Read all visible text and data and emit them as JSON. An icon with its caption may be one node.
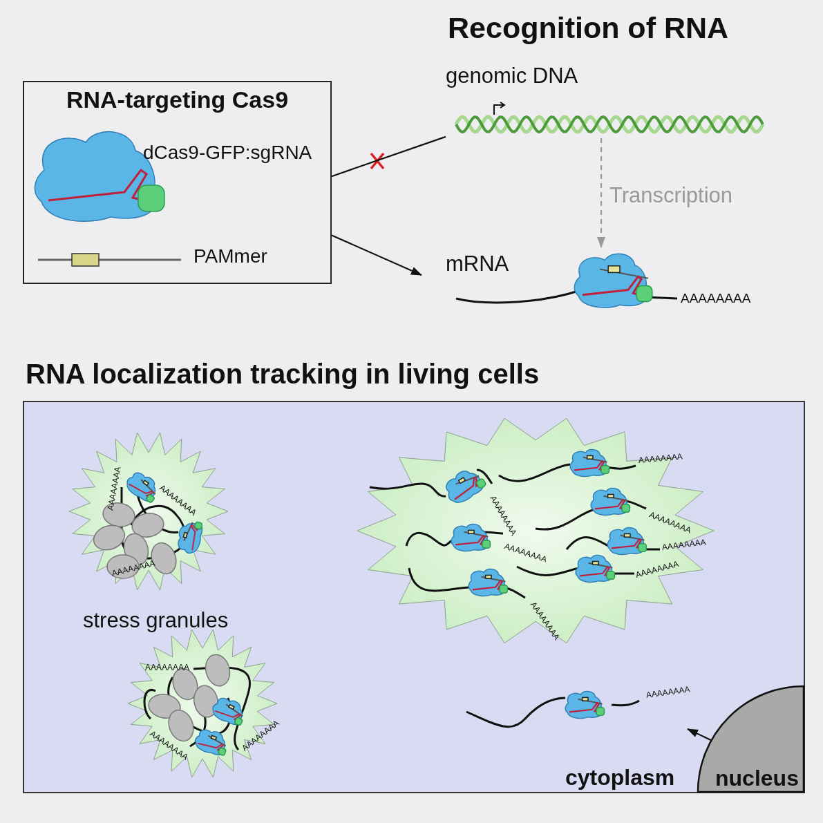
{
  "diagram": {
    "title": "Recognition of RNA",
    "nodes": [
      {
        "text": [
          "RNA-targeting Cas9",
          "dCas9-GFP:sgRNA",
          "PAMmer"
        ]
      },
      {
        "text": [
          "genomic DNA"
        ]
      },
      {
        "text": [
          "mRNA"
        ],
        "beside": [
          "AAAAAAAA"
        ]
      },
      {
        "text": [
          "RNA localization tracking in living cells"
        ]
      },
      {
        "text": [
          "nucleus"
        ],
        "in": 3
      }
    ],
    "edges": [
      {
        "from": 0,
        "to": 1,
        "arrow": "none"
      },
      {
        "from": 0,
        "to": 2,
        "arrow": "to"
      },
      {
        "from": 1,
        "to": 2,
        "arrow": "to",
        "label": "Transcription",
        "style": "dashed",
        "color": "#999999"
      },
      {
        "from": 4,
        "to": null,
        "arrow": "to"
      }
    ],
    "labels": [
      "AAAAAAAA",
      "AAAAAAAA",
      "AAAAAAAA",
      "AAAAAAAA",
      "AAAAAAAA",
      "AAAAAAAA",
      "AAAAAAAA",
      "AAAAAAAA",
      "AAAAAAAA",
      "AAAAAAAA",
      "stress granules",
      "AAAAAAAA",
      "AAAAAAAA",
      "AAAAAAAA",
      "AAAAAAAA",
      "cytoplasm"
    ]
  }
}
